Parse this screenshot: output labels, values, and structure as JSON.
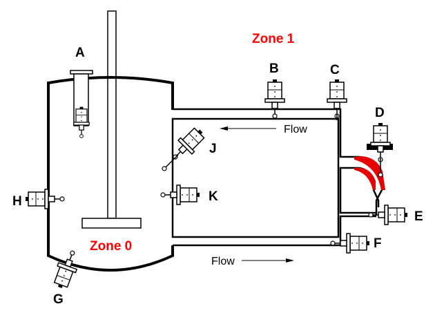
{
  "zones": {
    "zone1": "Zone 1",
    "zone0": "Zone 0"
  },
  "flow_labels": {
    "upper": "Flow",
    "lower": "Flow"
  },
  "probes": [
    {
      "id": "A",
      "label": "A"
    },
    {
      "id": "B",
      "label": "B"
    },
    {
      "id": "C",
      "label": "C"
    },
    {
      "id": "D",
      "label": "D"
    },
    {
      "id": "E",
      "label": "E"
    },
    {
      "id": "F",
      "label": "F"
    },
    {
      "id": "G",
      "label": "G"
    },
    {
      "id": "H",
      "label": "H"
    },
    {
      "id": "J",
      "label": "J"
    },
    {
      "id": "K",
      "label": "K"
    }
  ],
  "colors": {
    "zone_text": "#ff0000",
    "highlight": "#e60000",
    "lines": "#000000"
  }
}
